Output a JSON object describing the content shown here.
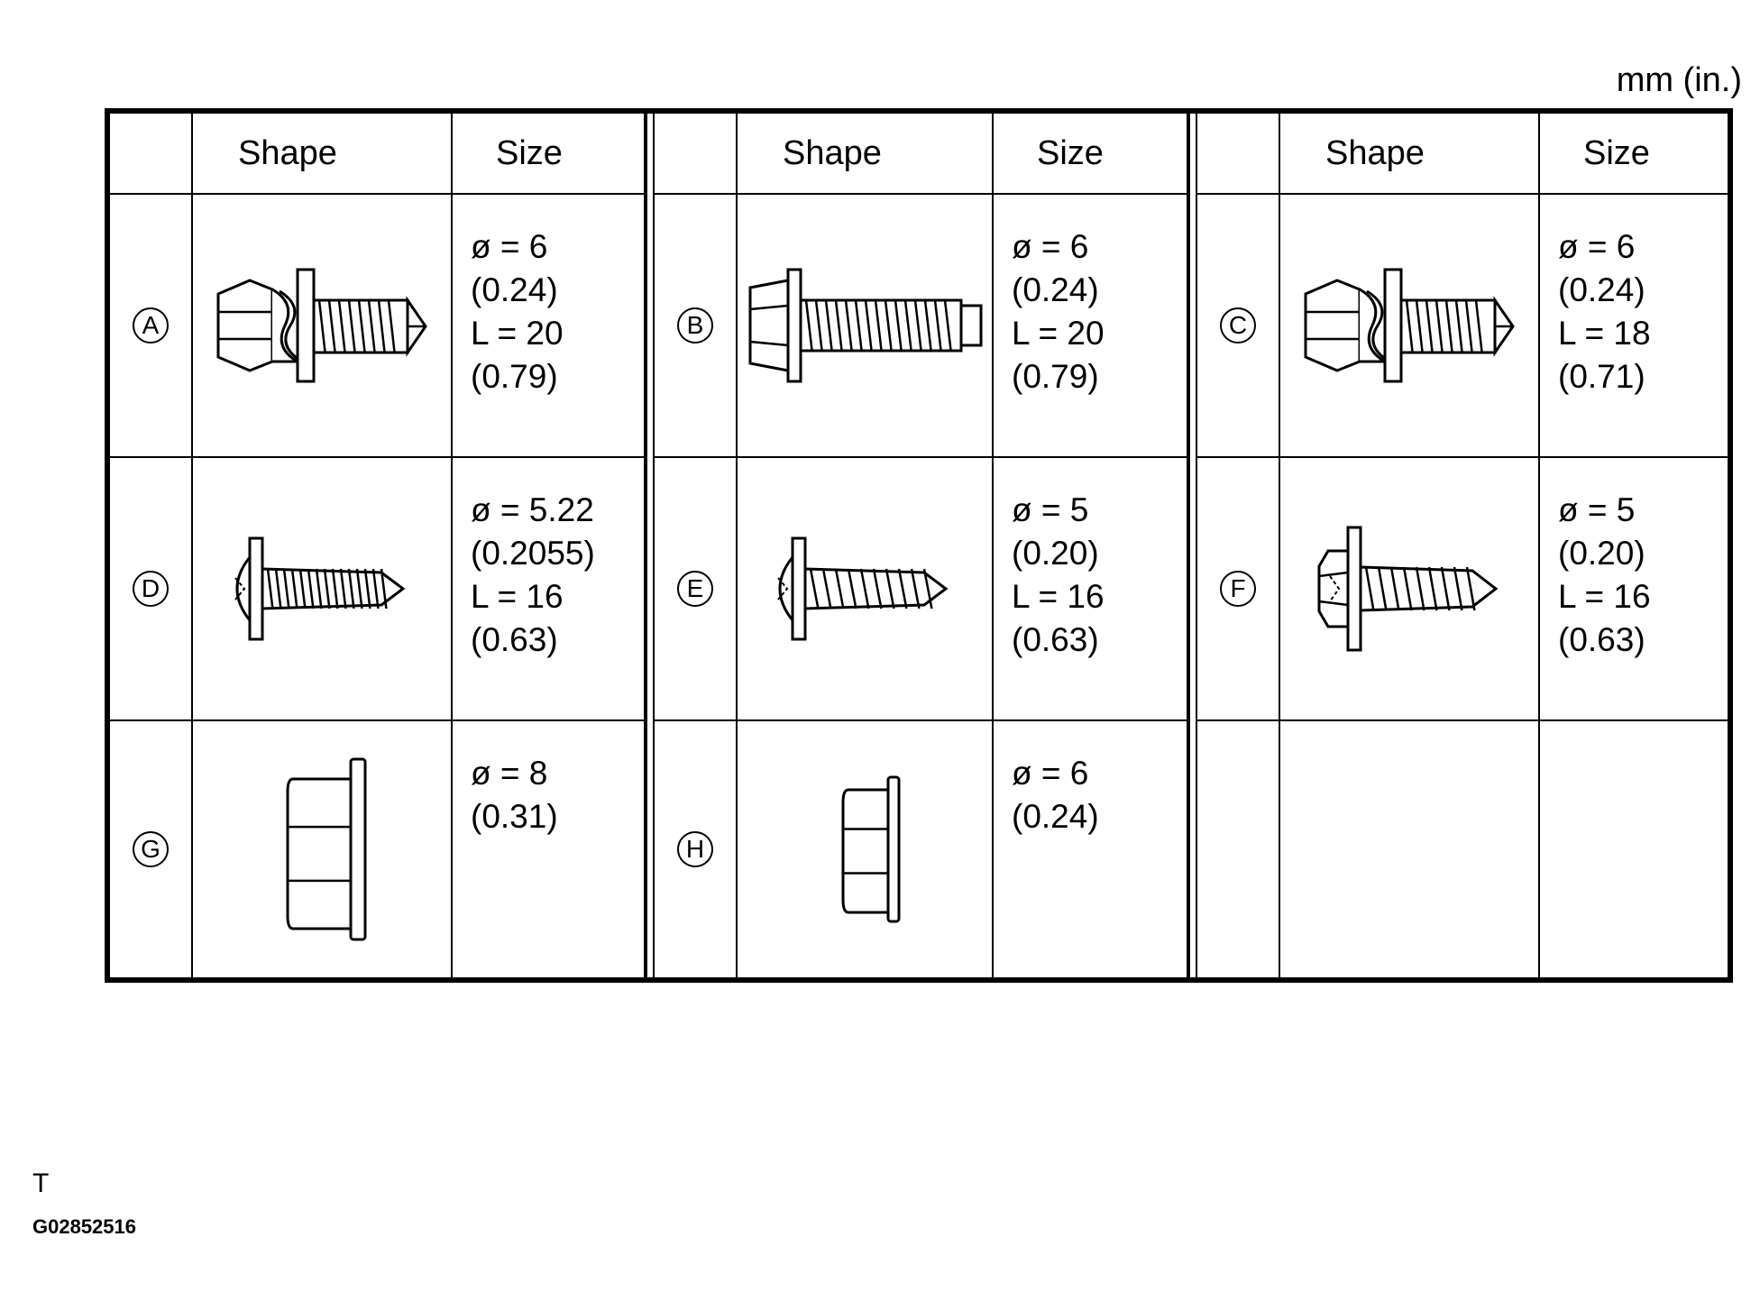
{
  "units": "mm (in.)",
  "headers": {
    "shape": "Shape",
    "size": "Size"
  },
  "parts": [
    {
      "id": "A",
      "shape": "hex-flange-bolt-with-washer-icon",
      "size": [
        "ø = 6",
        "(0.24)",
        "L = 20",
        "(0.79)"
      ]
    },
    {
      "id": "B",
      "shape": "hex-flange-bolt-icon",
      "size": [
        "ø = 6",
        "(0.24)",
        "L = 20",
        "(0.79)"
      ]
    },
    {
      "id": "C",
      "shape": "hex-flange-bolt-with-washer-icon",
      "size": [
        "ø = 6",
        "(0.24)",
        "L = 18",
        "(0.71)"
      ]
    },
    {
      "id": "D",
      "shape": "round-head-tapping-screw-icon",
      "size": [
        "ø = 5.22",
        "(0.2055)",
        "L = 16",
        "(0.63)"
      ]
    },
    {
      "id": "E",
      "shape": "round-head-tapping-screw-icon",
      "size": [
        "ø = 5",
        "(0.20)",
        "L = 16",
        "(0.63)"
      ]
    },
    {
      "id": "F",
      "shape": "hex-head-tapping-screw-icon",
      "size": [
        "ø = 5",
        "(0.20)",
        "L = 16",
        "(0.63)"
      ]
    },
    {
      "id": "G",
      "shape": "flange-nut-icon",
      "size": [
        "ø = 8",
        "(0.31)"
      ]
    },
    {
      "id": "H",
      "shape": "flange-nut-icon",
      "size": [
        "ø = 6",
        "(0.24)"
      ]
    }
  ],
  "footer": {
    "mark": "T",
    "figure_id": "G02852516"
  }
}
